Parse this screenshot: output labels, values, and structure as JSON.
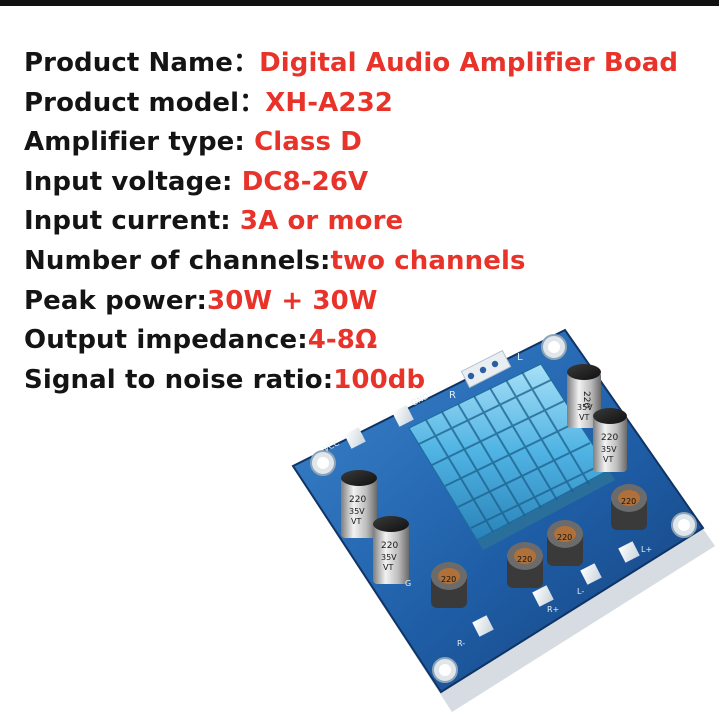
{
  "specs": [
    {
      "label": "Product Name：",
      "value": "Digital Audio Amplifier Boad"
    },
    {
      "label": "Product model：",
      "value": "XH-A232"
    },
    {
      "label": "Amplifier type: ",
      "value": "Class D"
    },
    {
      "label": "Input voltage: ",
      "value": "DC8-26V"
    },
    {
      "label": "Input current: ",
      "value": "3A or more"
    },
    {
      "label": "Number of channels:",
      "value": "two channels"
    },
    {
      "label": "Peak power:",
      "value": "30W + 30W"
    },
    {
      "label": "Output impedance:",
      "value": "4-8Ω"
    },
    {
      "label": "Signal to noise ratio:",
      "value": "100db"
    }
  ],
  "board": {
    "silkscreen": {
      "vcc": "VCC",
      "gnd": "GND",
      "r": "R",
      "l": "L",
      "r_minus": "R-",
      "r_plus": "R+",
      "l_minus": "L-",
      "l_plus": "L+",
      "g": "G"
    },
    "capacitor_large": {
      "value": "220",
      "voltage": "35V",
      "series": "VT"
    },
    "inductor_value": "220"
  },
  "colors": {
    "label": "#141414",
    "value": "#e8332a",
    "pcb": "#1f5fa8",
    "heatsink": "#4fb3e3"
  }
}
